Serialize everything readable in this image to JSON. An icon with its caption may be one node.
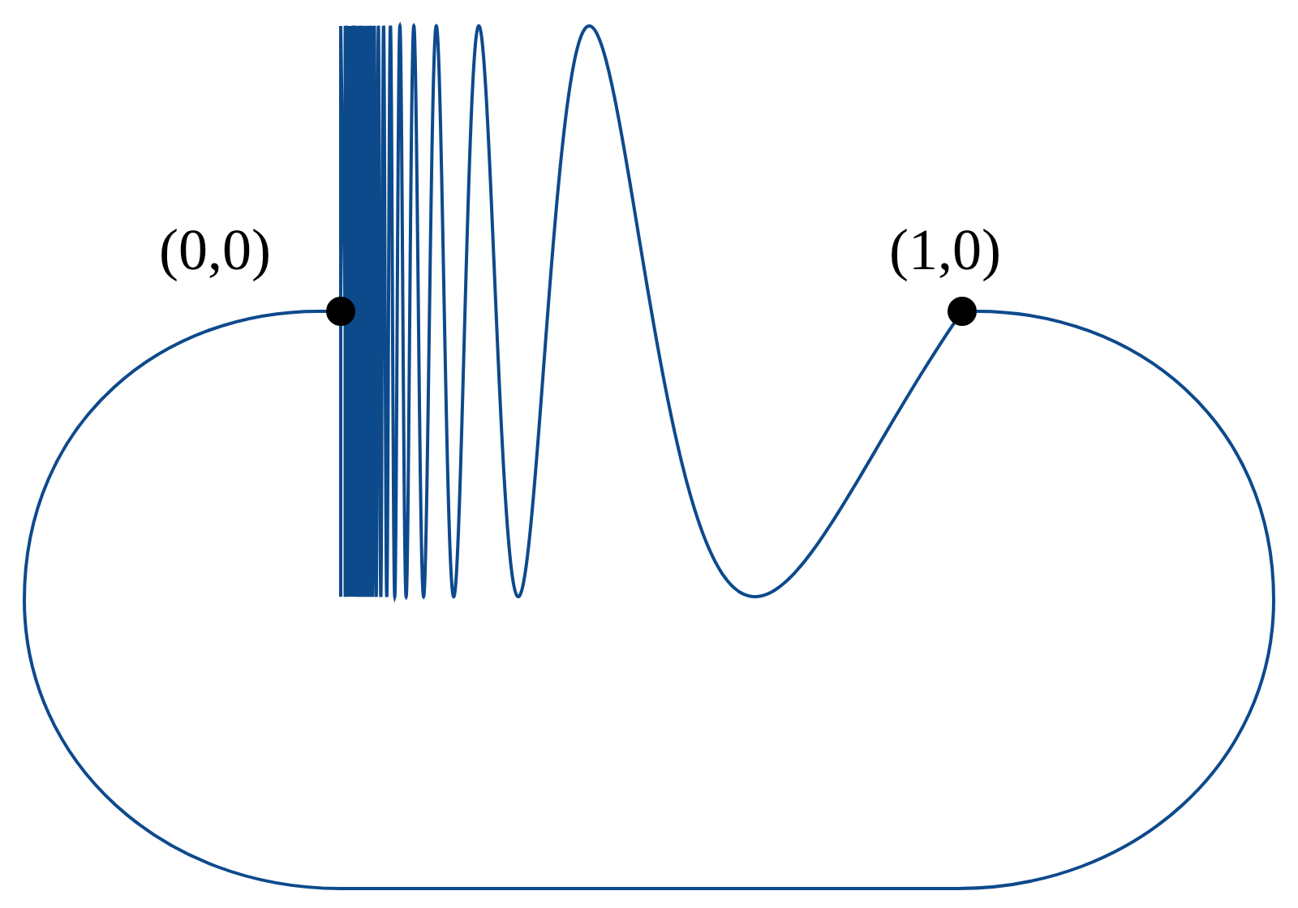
{
  "diagram": {
    "nodes": [
      {
        "text": [
          "(0,0)"
        ]
      },
      {
        "text": [
          "(1,0)"
        ]
      }
    ],
    "edges": [
      {
        "from": 0,
        "to": 1,
        "arrow": "none"
      },
      {
        "from": 0,
        "to": 1,
        "arrow": "none"
      }
    ]
  }
}
